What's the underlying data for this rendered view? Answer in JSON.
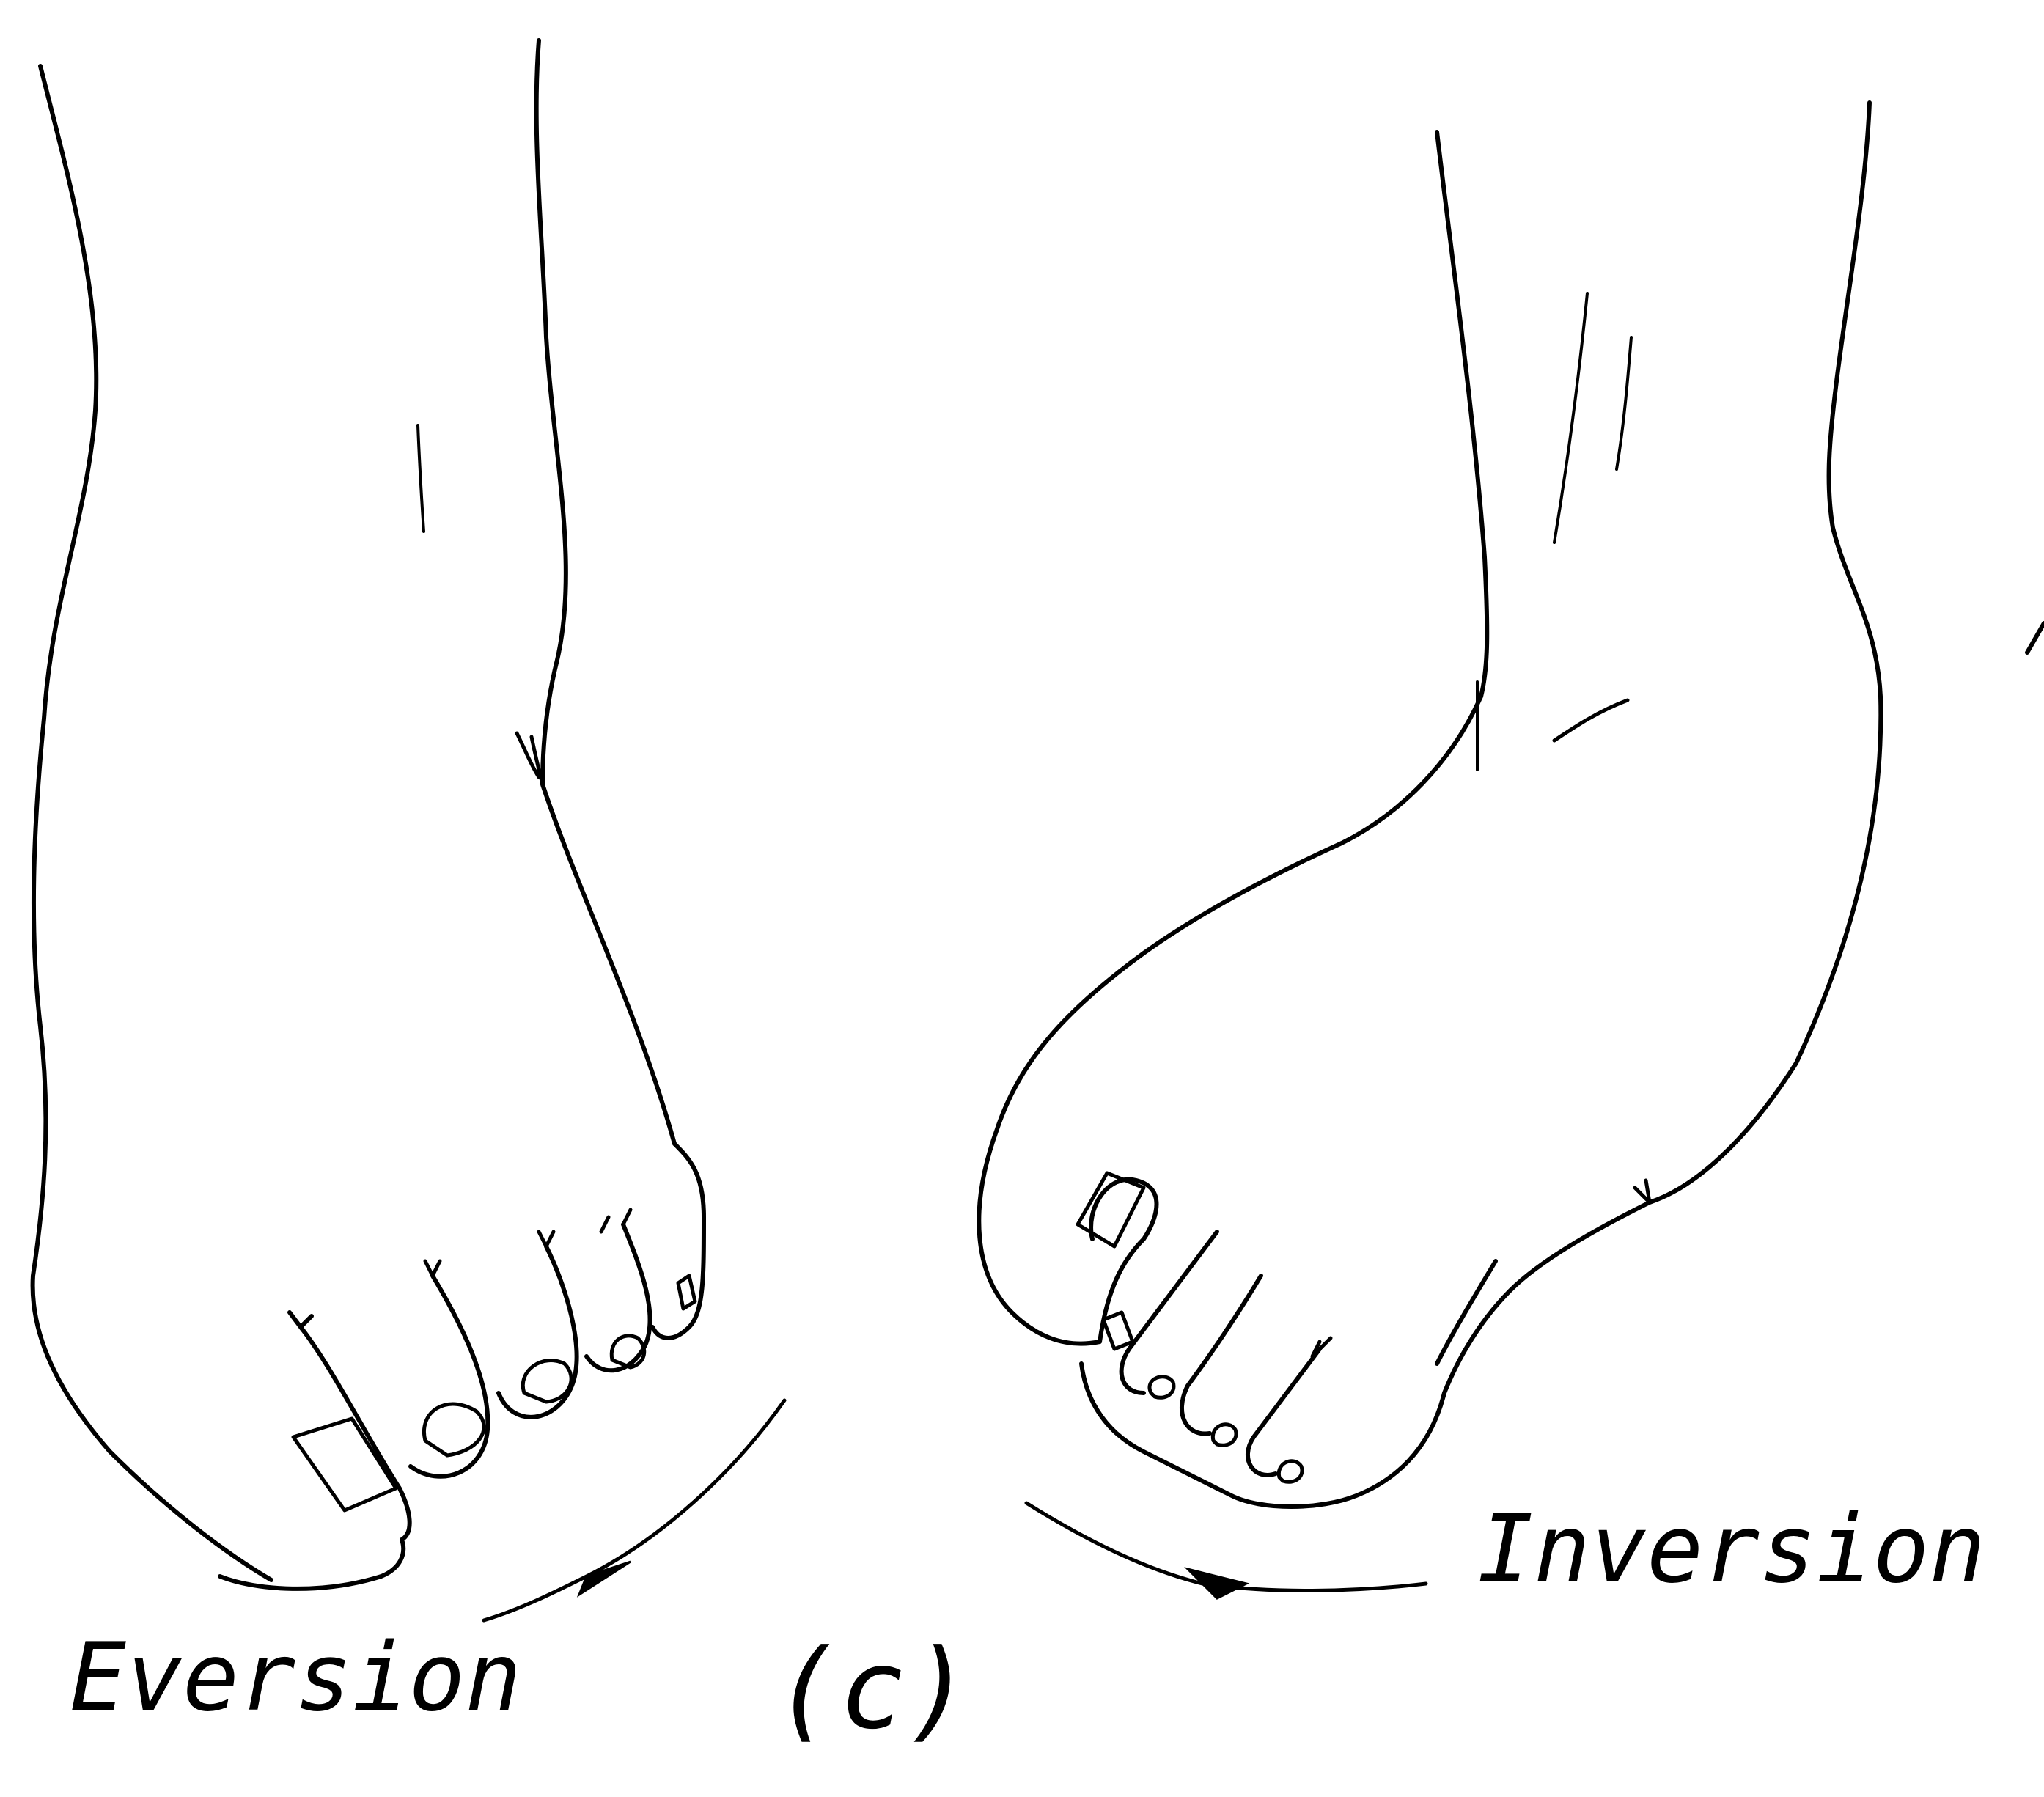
{
  "figure": {
    "labels": {
      "eversion": "Eversion",
      "inversion": "Inversion",
      "panel": "(c)"
    },
    "colors": {
      "ink": "#000000",
      "background": "#ffffff"
    }
  }
}
